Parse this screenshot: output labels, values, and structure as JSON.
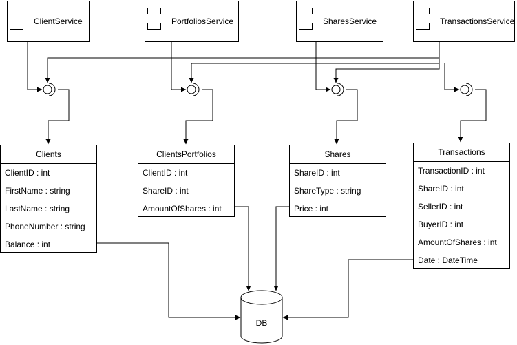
{
  "services": {
    "client": "ClientService",
    "portfolios": "PortfoliosService",
    "shares": "SharesService",
    "transactions": "TransactionsService"
  },
  "tables": {
    "clients": {
      "name": "Clients",
      "fields": [
        "ClientID : int",
        "FirstName : string",
        "LastName : string",
        "PhoneNumber : string",
        "Balance : int"
      ]
    },
    "portfolios": {
      "name": "ClientsPortfolios",
      "fields": [
        "ClientID : int",
        "ShareID : int",
        "AmountOfShares : int"
      ]
    },
    "shares": {
      "name": "Shares",
      "fields": [
        "ShareID : int",
        "ShareType : string",
        "Price : int"
      ]
    },
    "transactions": {
      "name": "Transactions",
      "fields": [
        "TransactionID : int",
        "ShareID : int",
        "SellerID : int",
        "BuyerID : int",
        "AmountOfShares : int",
        "Date : DateTime"
      ]
    }
  },
  "db": {
    "label": "DB"
  }
}
